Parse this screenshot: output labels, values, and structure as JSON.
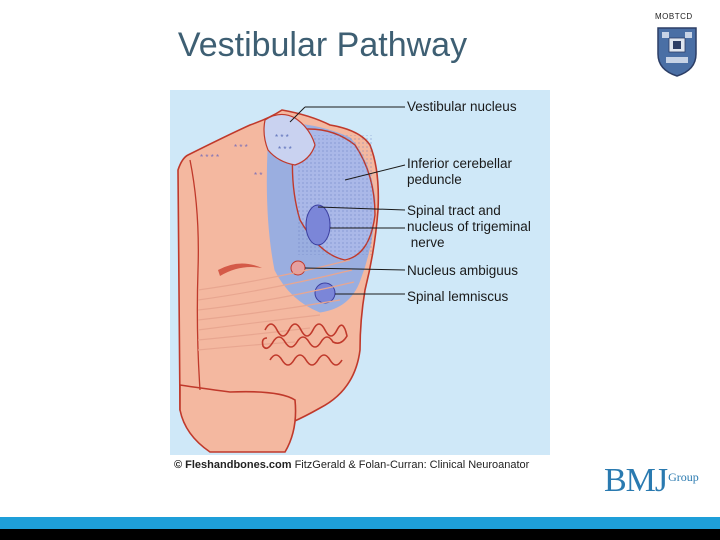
{
  "slide": {
    "title": "Vestibular Pathway",
    "corner_text": "MOBTCD"
  },
  "figure": {
    "labels": {
      "vestibular_nucleus": "Vestibular nucleus",
      "inferior_cerebellar_peduncle": [
        "Inferior cerebellar",
        "peduncle"
      ],
      "spinal_trigeminal": [
        "Spinal tract and",
        "nucleus of trigeminal",
        " nerve"
      ],
      "nucleus_ambiguus": "Nucleus ambiguus",
      "spinal_lemniscus": "Spinal lemniscus"
    },
    "credit": {
      "site": "© Fleshandbones.com",
      "authors": "FitzGerald & Folan-Curran: Clinical Neuroanator"
    },
    "colors": {
      "background": "#cfe8f8",
      "tissue": "#f4b8a0",
      "tissue_outline": "#c0392b",
      "tract_blue": "#9aaee0"
    }
  },
  "publisher": {
    "name": "BMJ",
    "suffix": "Group",
    "color": "#2a7ab0"
  },
  "footer": {
    "bar_color": "#1e9fd9"
  }
}
